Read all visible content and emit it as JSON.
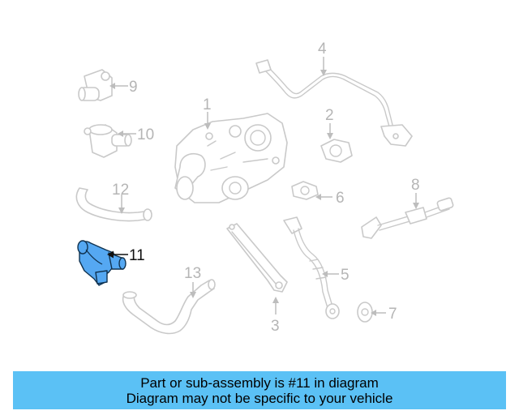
{
  "callouts": {
    "c1": "1",
    "c2": "2",
    "c3": "3",
    "c4": "4",
    "c5": "5",
    "c6": "6",
    "c7": "7",
    "c8": "8",
    "c9": "9",
    "c10": "10",
    "c11": "11",
    "c12": "12",
    "c13": "13"
  },
  "highlighted_part": "11",
  "colors": {
    "highlight_fill": "#55a8f2",
    "banner_bg": "#5bc1f5",
    "line_art": "#c9c9c9"
  },
  "banner": {
    "line1": "Part or sub-assembly is #11 in diagram",
    "line2": "Diagram may not be specific to your vehicle"
  }
}
